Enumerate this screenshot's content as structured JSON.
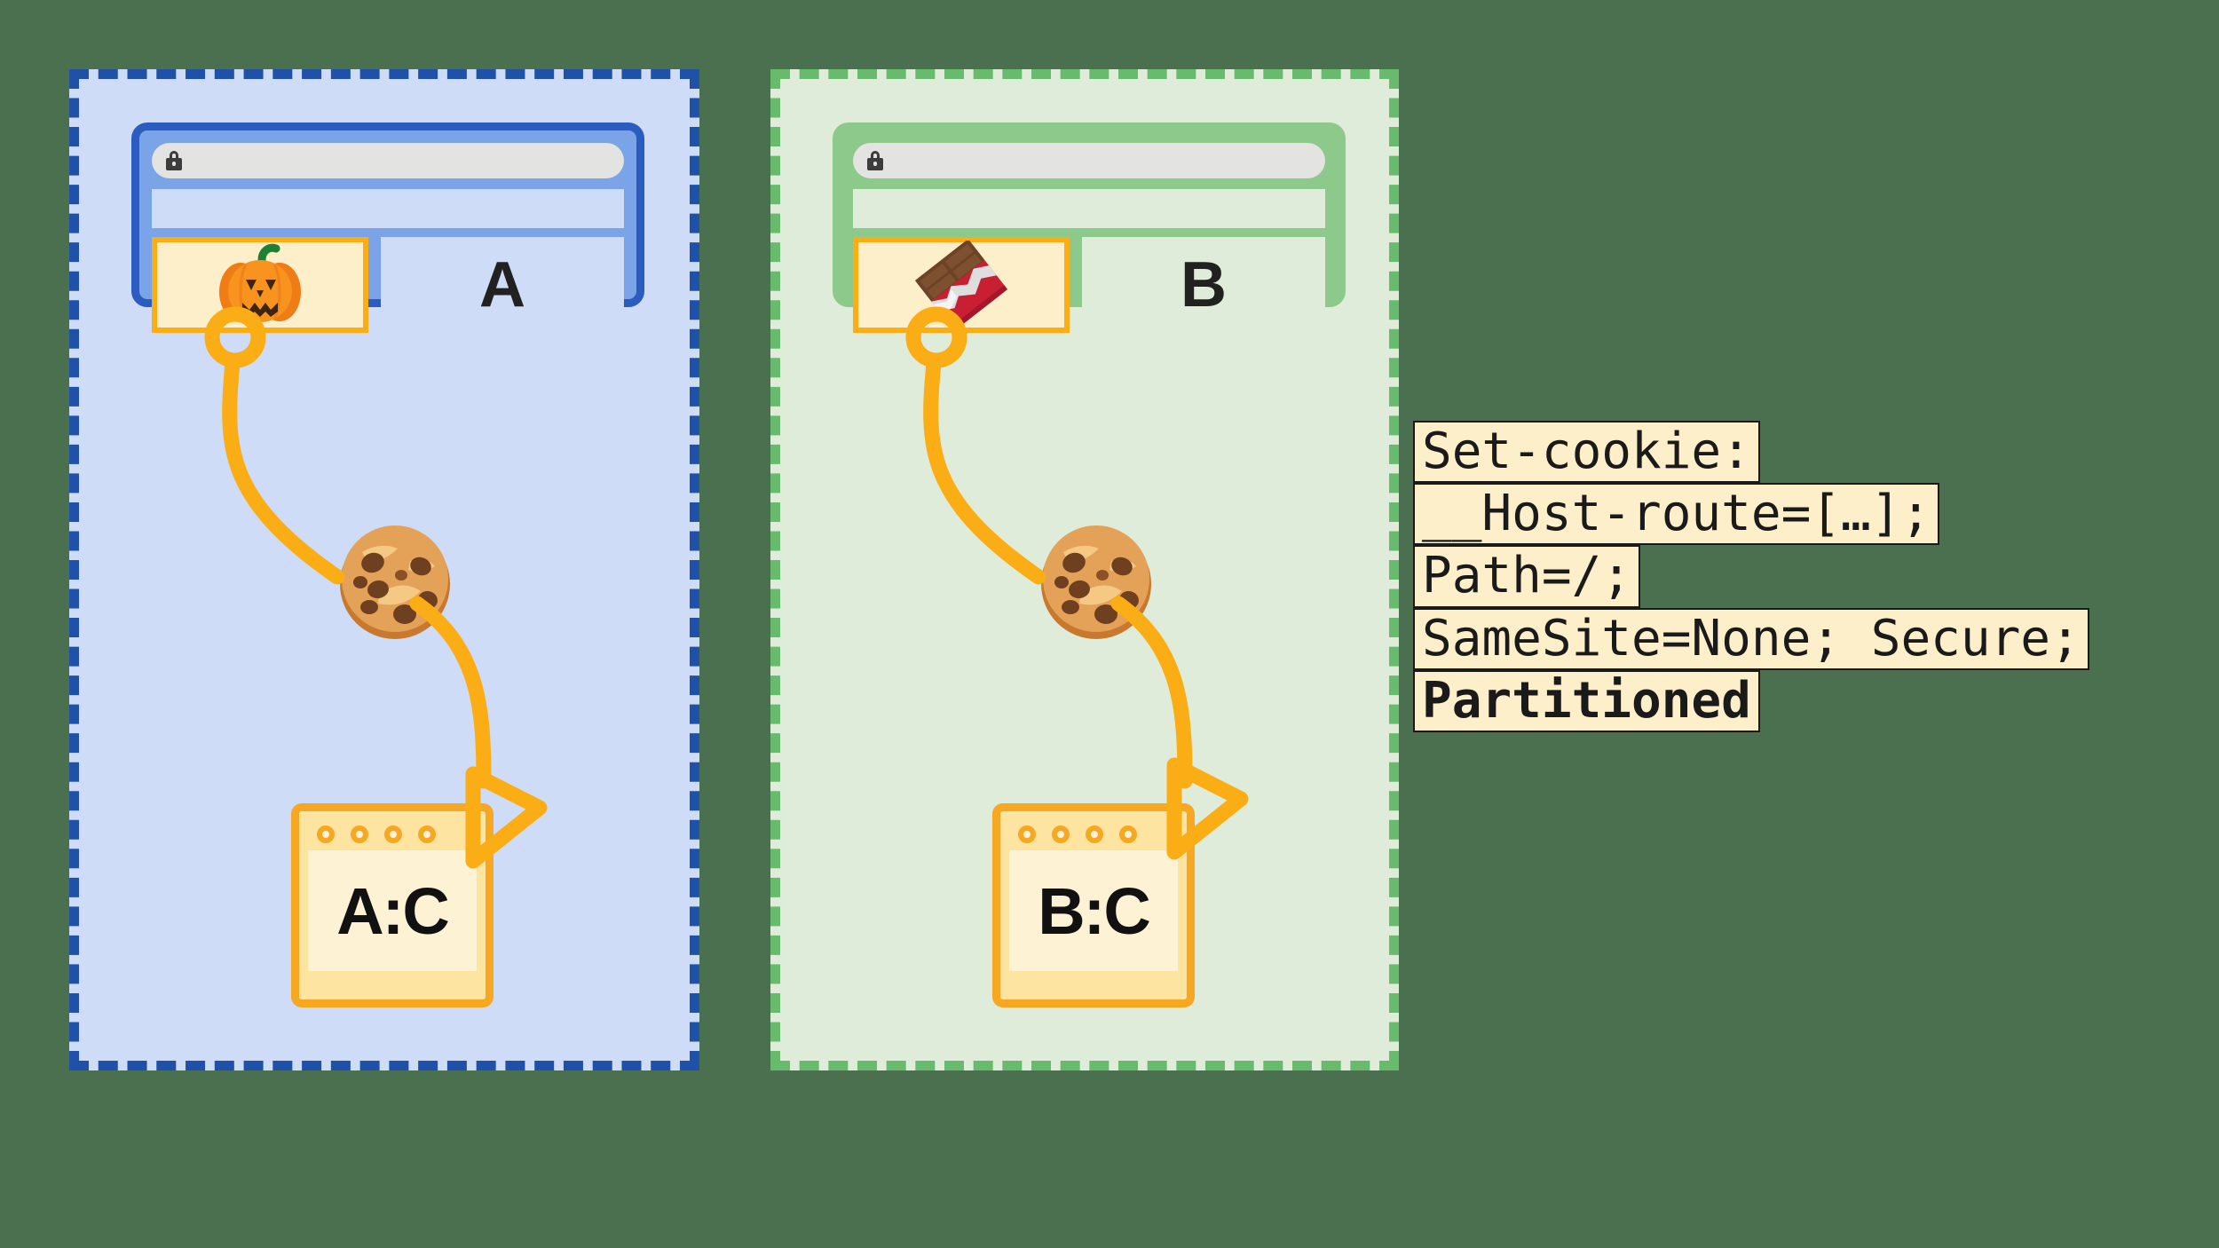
{
  "background_color": "#4a7050",
  "partitions": [
    {
      "id": "partition-a",
      "accent_color": "#1f51a8",
      "fill_color": "#cfdcf7",
      "browser": {
        "url_value": "",
        "lock_icon": "lock-icon",
        "embedded_frame": {
          "emoji": "jack-o-lantern",
          "emoji_name": "pumpkin-emoji"
        },
        "site_letter": "A"
      },
      "cookie": {
        "emoji_name": "cookie-emoji"
      },
      "storage": {
        "label": "A:C",
        "dot_count": 4
      }
    },
    {
      "id": "partition-b",
      "accent_color": "#68bb6c",
      "fill_color": "#dfecd9",
      "browser": {
        "url_value": "",
        "lock_icon": "lock-icon",
        "embedded_frame": {
          "emoji": "chocolate-bar",
          "emoji_name": "chocolate-bar-emoji"
        },
        "site_letter": "B"
      },
      "cookie": {
        "emoji_name": "cookie-emoji"
      },
      "storage": {
        "label": "B:C",
        "dot_count": 4
      }
    }
  ],
  "code": {
    "lines": [
      {
        "text": "Set-cookie:",
        "bold": false
      },
      {
        "text": "__Host-route=[…];",
        "bold": false
      },
      {
        "text": "Path=/;",
        "bold": false
      },
      {
        "text": "SameSite=None; Secure;",
        "bold": false
      },
      {
        "text": "Partitioned",
        "bold": true
      }
    ]
  },
  "colors": {
    "orange_accent": "#fbad16",
    "orange_deep": "#f7a823",
    "cream": "#fcefc9",
    "blue_frame": "#2b5cbf",
    "blue_fill": "#7ba3e8",
    "green_frame": "#8cc98a"
  }
}
